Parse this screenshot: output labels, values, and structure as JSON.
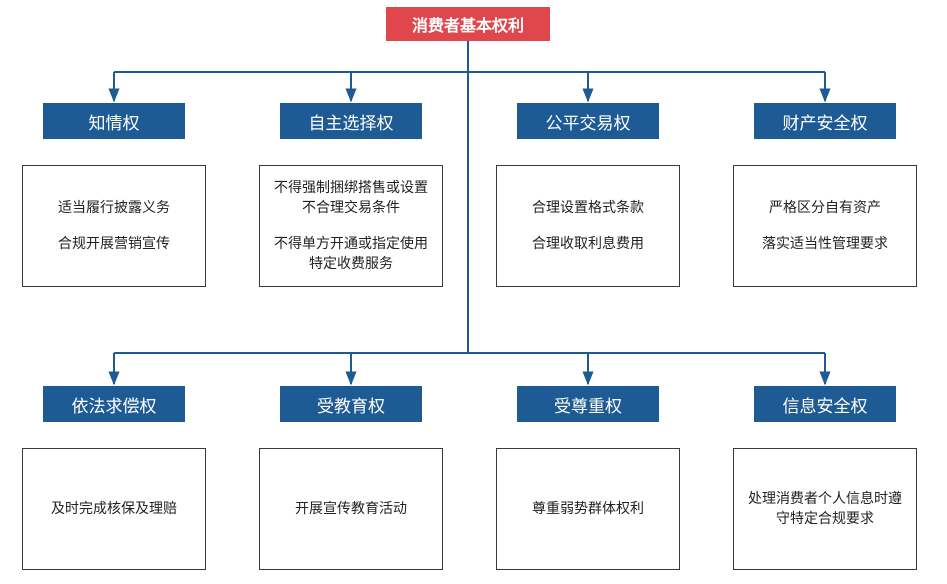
{
  "root": {
    "label": "消费者基本权利"
  },
  "rights": [
    {
      "label": "知情权",
      "items": [
        "适当履行披露义务",
        "合规开展营销宣传"
      ]
    },
    {
      "label": "自主选择权",
      "items": [
        "不得强制捆绑搭售或设置不合理交易条件",
        "不得单方开通或指定使用特定收费服务"
      ]
    },
    {
      "label": "公平交易权",
      "items": [
        "合理设置格式条款",
        "合理收取利息费用"
      ]
    },
    {
      "label": "财产安全权",
      "items": [
        "严格区分自有资产",
        "落实适当性管理要求"
      ]
    },
    {
      "label": "依法求偿权",
      "items": [
        "及时完成核保及理赔"
      ]
    },
    {
      "label": "受教育权",
      "items": [
        "开展宣传教育活动"
      ]
    },
    {
      "label": "受尊重权",
      "items": [
        "尊重弱势群体权利"
      ]
    },
    {
      "label": "信息安全权",
      "items": [
        "处理消费者个人信息时遵守特定合规要求"
      ]
    }
  ],
  "colors": {
    "root": "#e0474c",
    "category": "#1e5b94",
    "connector": "#1e5b94"
  }
}
